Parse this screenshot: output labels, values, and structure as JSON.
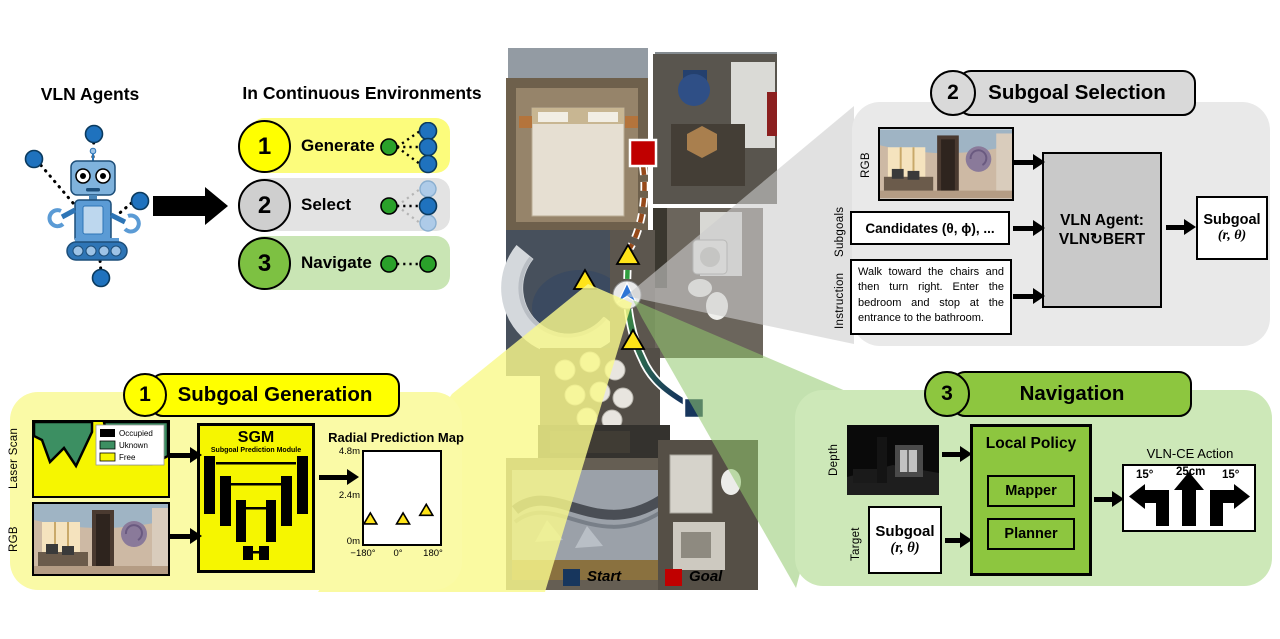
{
  "header": {
    "left_title": "VLN Agents",
    "right_title": "In Continuous Environments",
    "steps": [
      {
        "num": "1",
        "label": "Generate"
      },
      {
        "num": "2",
        "label": "Select"
      },
      {
        "num": "3",
        "label": "Navigate"
      }
    ]
  },
  "map": {
    "legend": {
      "start": "Start",
      "goal": "Goal"
    }
  },
  "generation": {
    "num": "1",
    "title": "Subgoal Generation",
    "laser_label": "Laser Scan",
    "rgb_label": "RGB",
    "laser_legend": [
      "Occupied",
      "Uknown",
      "Free"
    ],
    "sgm_title": "SGM",
    "sgm_subtitle": "Subgoal Prediction Module"
  },
  "selection": {
    "num": "2",
    "title": "Subgoal Selection",
    "rgb_label": "RGB",
    "subgoals_label": "Subgoals",
    "instruction_label": "Instruction",
    "candidates": "Candidates (θ, ϕ), ...",
    "instruction": "Walk toward the chairs and then turn right. Enter the bedroom and stop at the entrance to the bathroom.",
    "agent_line1": "VLN Agent:",
    "agent_line2": "VLN↻BERT",
    "output_line1": "Subgoal",
    "output_line2": "(r, θ)"
  },
  "navigation": {
    "num": "3",
    "title": "Navigation",
    "depth_label": "Depth",
    "target_label": "Target",
    "target_line1": "Subgoal",
    "target_line2": "(r, θ)",
    "policy_title": "Local Policy",
    "mapper": "Mapper",
    "planner": "Planner",
    "action_title": "VLN-CE Action",
    "action_labels": [
      "15°",
      "25cm",
      "15°"
    ]
  },
  "colors": {
    "step1_yellow": "#FFFF00",
    "step1_bg": "#FCFC7C",
    "panel_yellow": "#FAFAA6",
    "step2_gray": "#D9D9D9",
    "panel_gray": "#E9E9E9",
    "vln_box_gray": "#C9C9C9",
    "step3_green": "#8DC63F",
    "panel_green": "#CDE8B8",
    "dot_blue": "#1F72BE",
    "dot_green": "#2AA12A",
    "start_navy": "#17365D",
    "goal_red": "#C00000",
    "subgoal_triangle": "#FFE418"
  },
  "chart_data": {
    "type": "scatter",
    "title": "Radial Prediction Map",
    "x_ticks": [
      "−180°",
      "0°",
      "180°"
    ],
    "y_ticks": [
      "4.8m",
      "2.4m",
      "0m"
    ],
    "xlim": [
      -180,
      180
    ],
    "ylim": [
      0,
      4.8
    ],
    "marker": "triangle",
    "marker_color": "#FFE418",
    "points": [
      {
        "theta": -150,
        "r": 1.15
      },
      {
        "theta": 5,
        "r": 1.15
      },
      {
        "theta": 115,
        "r": 1.6
      }
    ]
  }
}
